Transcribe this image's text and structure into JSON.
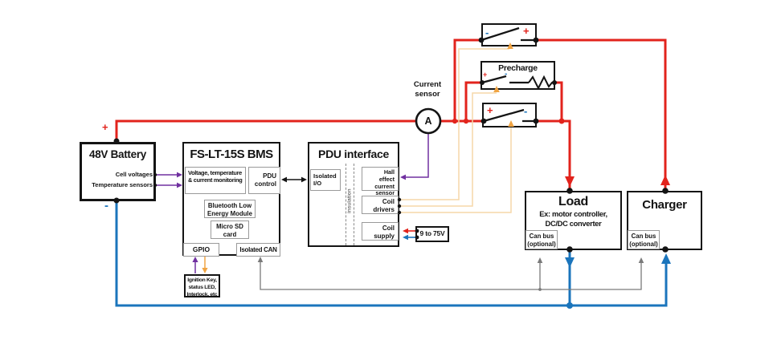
{
  "battery": {
    "title": "48V Battery",
    "outputs": {
      "cell_voltages": "Cell voltages",
      "temperature_sensors": "Temperature sensors"
    }
  },
  "bms": {
    "title": "FS-LT-15S BMS",
    "modules": {
      "monitoring": "Voltage, temperature & current monitoring",
      "pdu_control": "PDU control",
      "bluetooth": "Bluetooth Low Energy Module",
      "micro_sd": "Micro SD card",
      "gpio": "GPIO",
      "isolated_can": "Isolated CAN"
    }
  },
  "pdu_interface": {
    "title": "PDU interface",
    "insulation_label": "insulation",
    "modules": {
      "isolated_io": "Isolated I/O",
      "hall_sensor": "Hall effect current sensor",
      "coil_drivers": "Coil drivers",
      "coil_supply": "Coil supply"
    }
  },
  "coil_supply_source": {
    "label": "9 to 75V"
  },
  "gpio_peripherals": {
    "label": "Ignition Key, status LED, Interlock, etc"
  },
  "current_sensor": {
    "label": "Current sensor",
    "symbol": "A"
  },
  "precharge": {
    "title": "Precharge"
  },
  "load": {
    "title": "Load",
    "subtitle": "Ex: motor controller, DC/DC converter",
    "can_bus": "Can bus (optional)"
  },
  "charger": {
    "title": "Charger",
    "can_bus": "Can bus (optional)"
  },
  "signs": {
    "plus": "+",
    "minus": "-"
  },
  "colors": {
    "positive_wire": "#e2231c",
    "negative_wire": "#1b75bc",
    "coil_drive_wire": "#f6d7a8",
    "coil_arrow": "#f0a443",
    "signal_wire": "#7030a0",
    "can_wire": "#7a7a7a"
  }
}
